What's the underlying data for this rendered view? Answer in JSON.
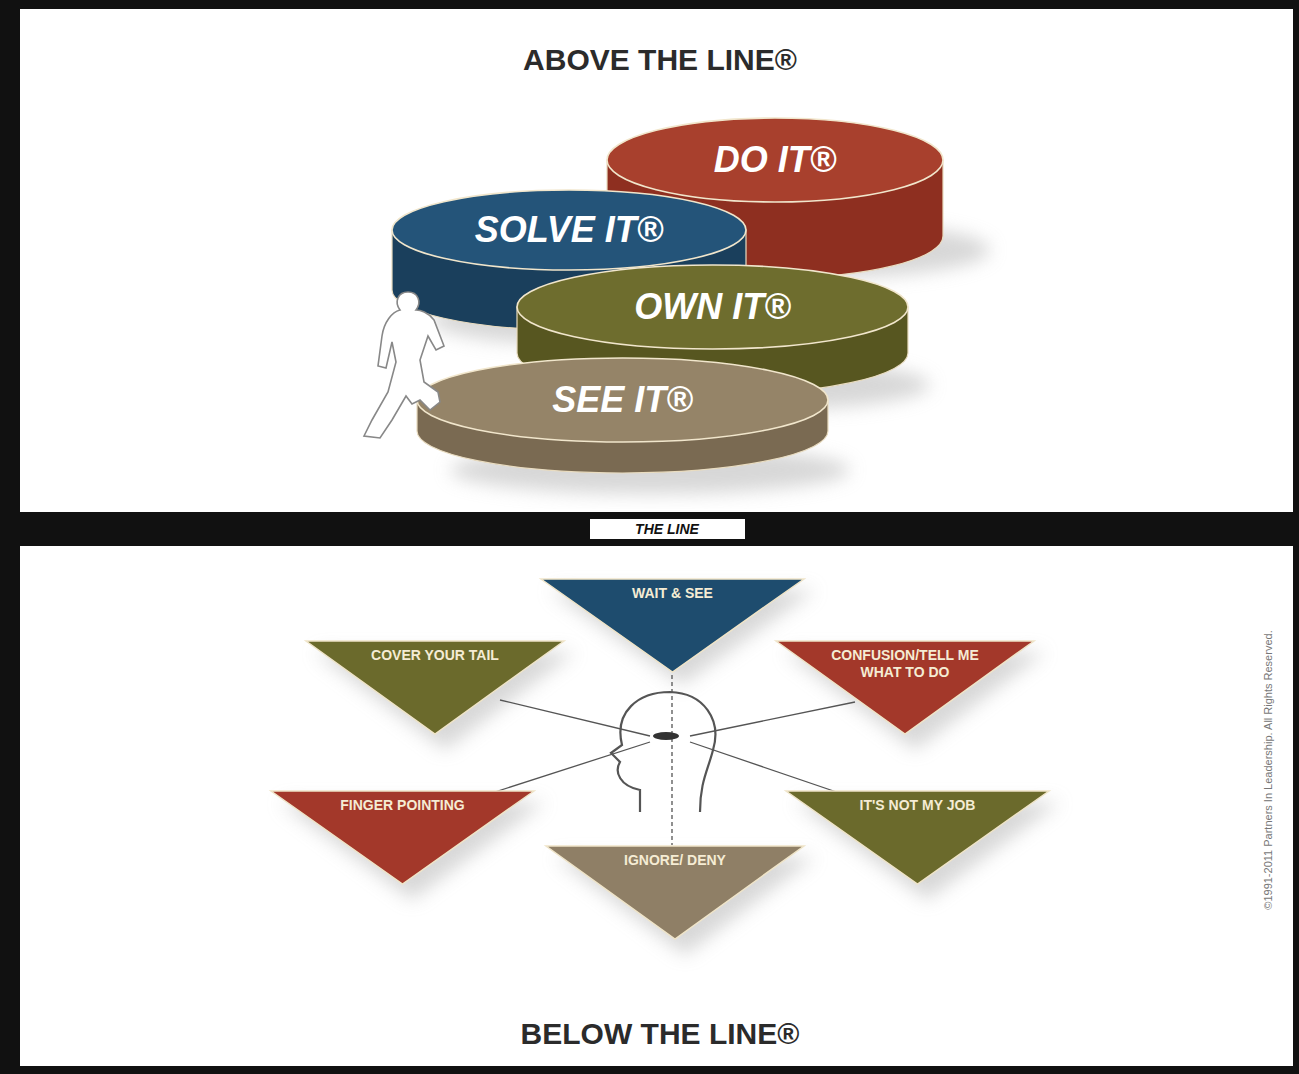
{
  "diagram": {
    "title": "ABOVE THE LINE®",
    "nodes": [
      {
        "text": [
          "DO IT®"
        ]
      },
      {
        "text": [
          "SOLVE IT®"
        ]
      },
      {
        "text": [
          "OWN IT®"
        ]
      },
      {
        "text": [
          "SEE IT®"
        ]
      },
      {
        "text": [
          "WAIT & SEE"
        ]
      },
      {
        "text": [
          "COVER YOUR TAIL"
        ]
      },
      {
        "text": [
          "CONFUSION/TELL ME WHAT TO DO"
        ]
      },
      {
        "text": [
          "FINGER POINTING"
        ]
      },
      {
        "text": [
          "IT'S NOT MY JOB"
        ]
      },
      {
        "text": [
          "IGNORE/ DENY"
        ]
      }
    ],
    "labels": [
      "THE LINE",
      "BELOW THE LINE®",
      "©1991-2011 Partners In Leadership. All Rights Reserved."
    ]
  }
}
